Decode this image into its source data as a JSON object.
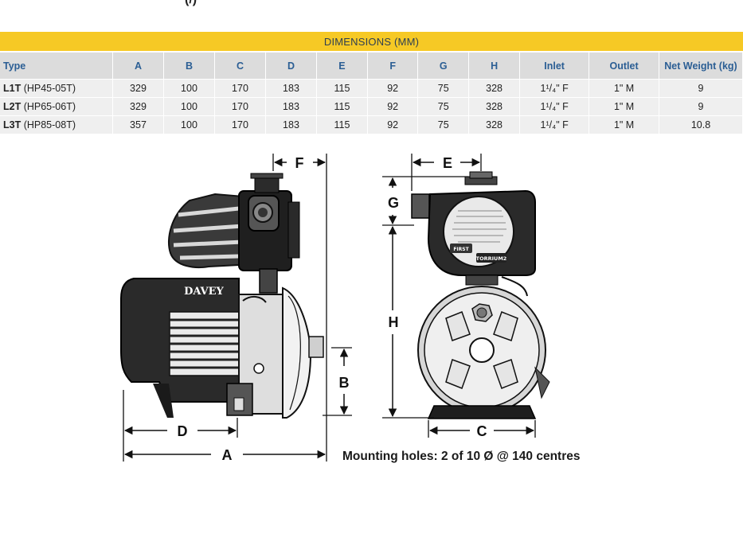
{
  "top_fragment": "(/)",
  "title": "DIMENSIONS (MM)",
  "table": {
    "headers": [
      "Type",
      "A",
      "B",
      "C",
      "D",
      "E",
      "F",
      "G",
      "H",
      "Inlet",
      "Outlet",
      "Net Weight (kg)"
    ],
    "rows": [
      {
        "type_bold": "L1T",
        "type_rest": " (HP45-05T)",
        "cells": [
          "329",
          "100",
          "170",
          "183",
          "115",
          "92",
          "75",
          "328",
          "1¹/₄\" F",
          "1\" M",
          "9"
        ]
      },
      {
        "type_bold": "L2T",
        "type_rest": " (HP65-06T)",
        "cells": [
          "329",
          "100",
          "170",
          "183",
          "115",
          "92",
          "75",
          "328",
          "1¹/₄\" F",
          "1\" M",
          "9"
        ]
      },
      {
        "type_bold": "L3T",
        "type_rest": " (HP85-08T)",
        "cells": [
          "357",
          "100",
          "170",
          "183",
          "115",
          "92",
          "75",
          "328",
          "1¹/₄\" F",
          "1\" M",
          "10.8"
        ]
      }
    ]
  },
  "diagram": {
    "labels": {
      "A": "A",
      "B": "B",
      "C": "C",
      "D": "D",
      "E": "E",
      "F": "F",
      "G": "G",
      "H": "H"
    },
    "brand": "DAVEY",
    "controller_brand": "TORRIUM2",
    "controller_logo": "FIRST"
  },
  "mounting_note": "Mounting holes: 2 of 10 Ø @ 140 centres",
  "colors": {
    "band": "#f6c925",
    "header_bg": "#dcdcdc",
    "row_bg": "#efefef",
    "header_text": "#2b5e94",
    "title_text": "#2e3f52"
  }
}
